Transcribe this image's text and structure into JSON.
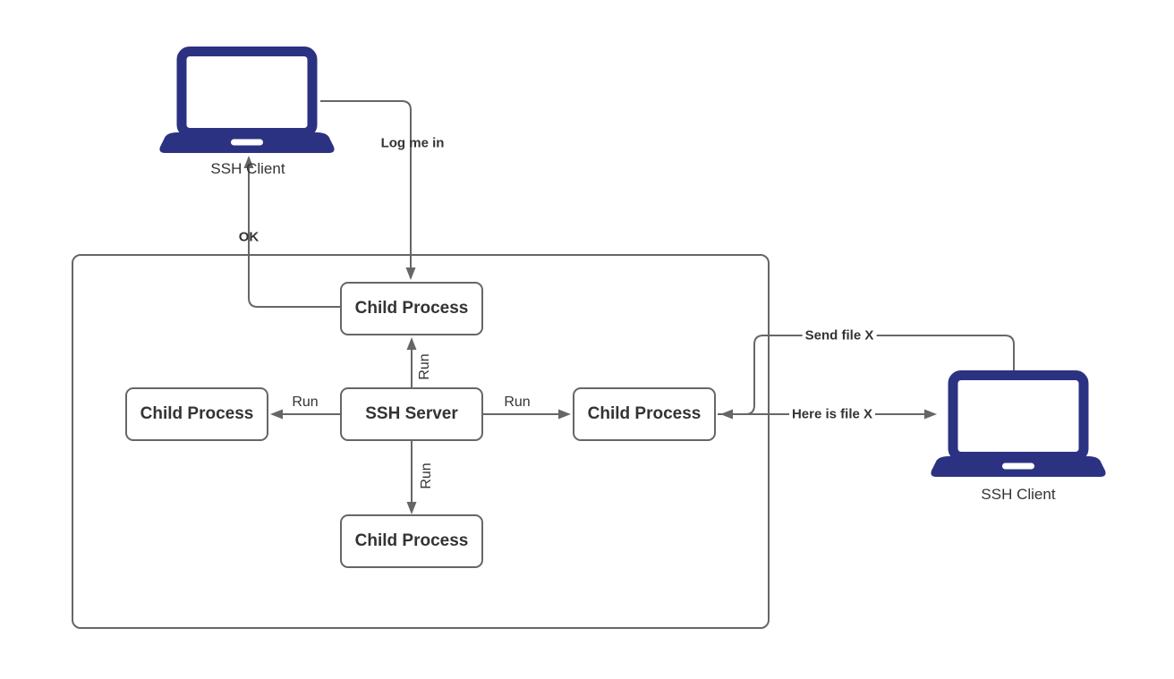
{
  "colors": {
    "laptop": "#2c3282",
    "line": "#666666",
    "text": "#333333"
  },
  "clients": {
    "left_label": "SSH Client",
    "right_label": "SSH Client"
  },
  "nodes": {
    "child_top": "Child Process",
    "child_left": "Child Process",
    "child_right": "Child Process",
    "child_bottom": "Child Process",
    "ssh_server": "SSH Server"
  },
  "edges": {
    "log_me_in": "Log me in",
    "ok": "OK",
    "run_top": "Run",
    "run_left": "Run",
    "run_right": "Run",
    "run_bottom": "Run",
    "send_file": "Send file X",
    "here_is_file": "Here is file X"
  }
}
